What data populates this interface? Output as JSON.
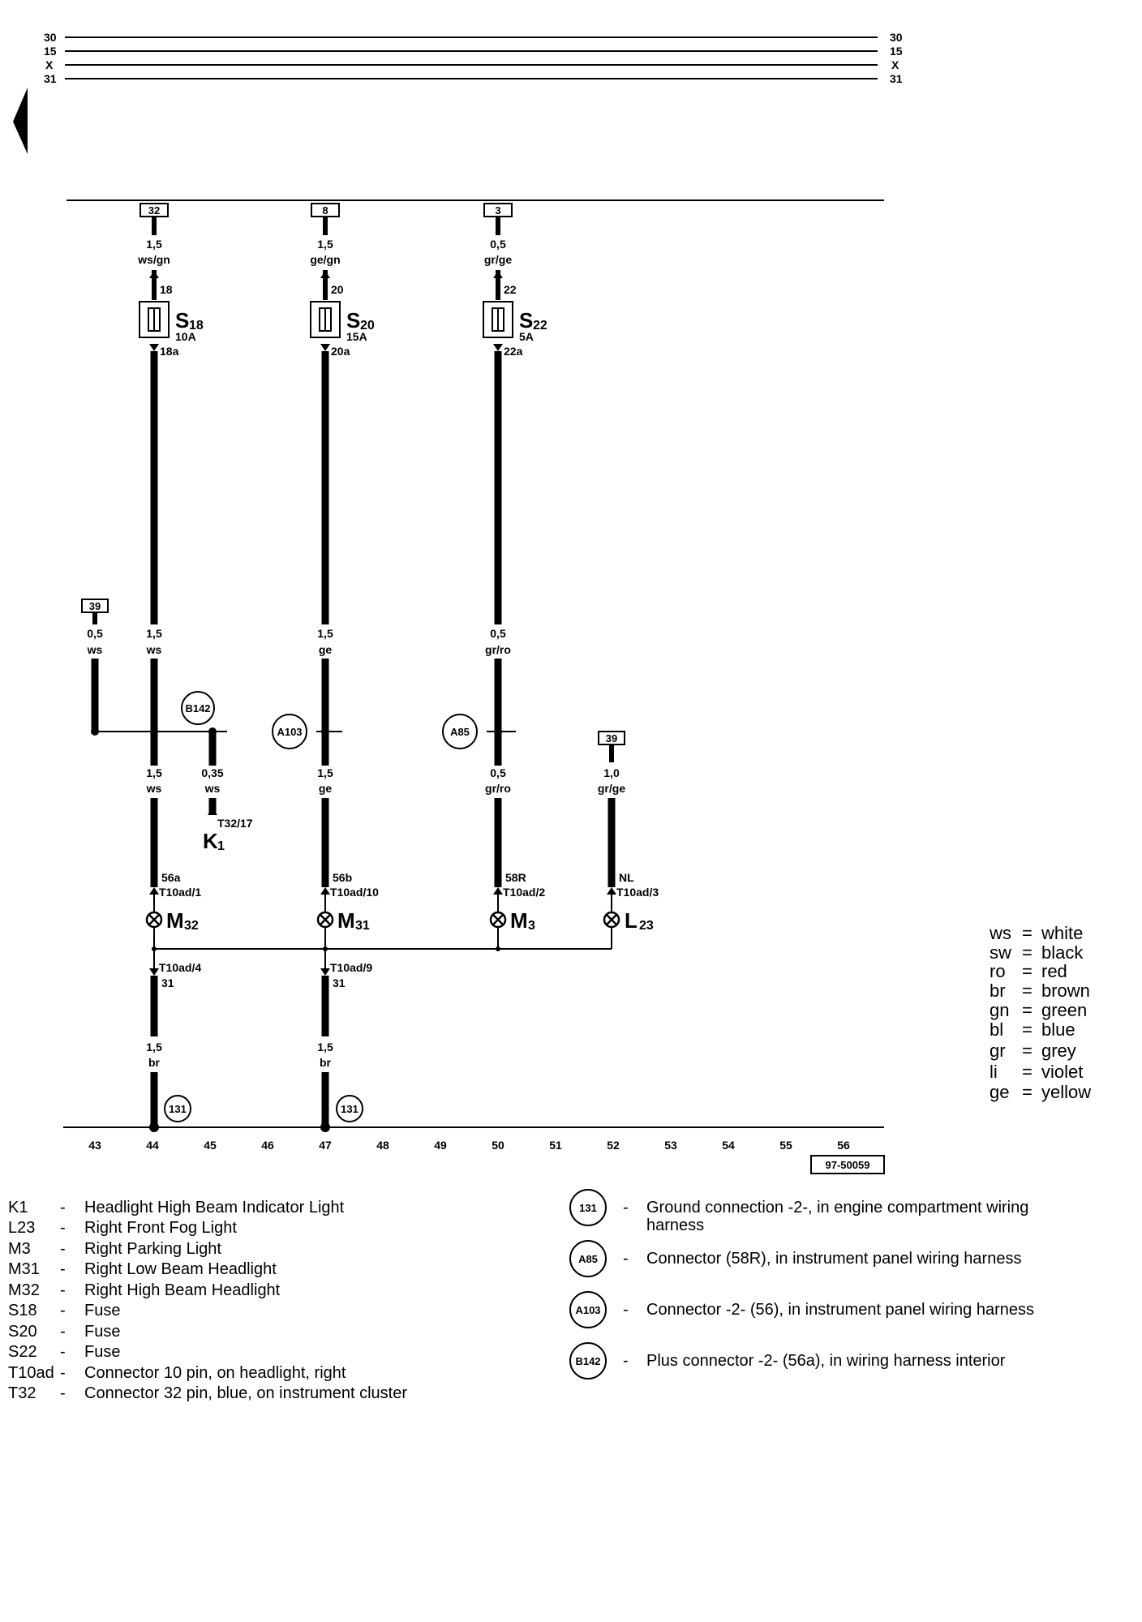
{
  "rails": [
    {
      "left": "30",
      "right": "30"
    },
    {
      "left": "15",
      "right": "15"
    },
    {
      "left": "X",
      "right": "X"
    },
    {
      "left": "31",
      "right": "31"
    }
  ],
  "top_boxes": [
    "32",
    "8",
    "3"
  ],
  "top_wires": [
    {
      "size": "1,5",
      "color": "ws/gn"
    },
    {
      "size": "1,5",
      "color": "ge/gn"
    },
    {
      "size": "0,5",
      "color": "gr/ge"
    }
  ],
  "fuses": [
    {
      "name": "S",
      "sub": "18",
      "rating": "10A",
      "pin_in": "18",
      "pin_out": "18a"
    },
    {
      "name": "S",
      "sub": "20",
      "rating": "15A",
      "pin_in": "20",
      "pin_out": "20a"
    },
    {
      "name": "S",
      "sub": "22",
      "rating": "5A",
      "pin_in": "22",
      "pin_out": "22a"
    }
  ],
  "box39_left": "39",
  "box39_right": "39",
  "mid_wires_upper": [
    {
      "size": "0,5",
      "color": "ws"
    },
    {
      "size": "1,5",
      "color": "ws"
    },
    {
      "size": "1,5",
      "color": "ge"
    },
    {
      "size": "0,5",
      "color": "gr/ro"
    }
  ],
  "connector_circles": [
    "B142",
    "A103",
    "A85"
  ],
  "mid_wires_lower": [
    {
      "size": "1,5",
      "color": "ws"
    },
    {
      "size": "0,35",
      "color": "ws"
    },
    {
      "size": "1,5",
      "color": "ge"
    },
    {
      "size": "0,5",
      "color": "gr/ro"
    },
    {
      "size": "1,0",
      "color": "gr/ge"
    }
  ],
  "k1": {
    "pin": "T32/17",
    "name": "K",
    "sub": "1"
  },
  "lamp_pins": [
    {
      "pin": "56a",
      "conn": "T10ad/1"
    },
    {
      "pin": "56b",
      "conn": "T10ad/10"
    },
    {
      "pin": "58R",
      "conn": "T10ad/2"
    },
    {
      "pin": "NL",
      "conn": "T10ad/3"
    }
  ],
  "lamps": [
    {
      "name": "M",
      "sub": "32"
    },
    {
      "name": "M",
      "sub": "31"
    },
    {
      "name": "M",
      "sub": "3"
    },
    {
      "name": "L",
      "sub": "23"
    }
  ],
  "ground_pins": [
    {
      "conn": "T10ad/4",
      "pin": "31"
    },
    {
      "conn": "T10ad/9",
      "pin": "31"
    }
  ],
  "ground_wires": [
    {
      "size": "1,5",
      "color": "br"
    },
    {
      "size": "1,5",
      "color": "br"
    }
  ],
  "ground_circles": [
    "131",
    "131"
  ],
  "track_numbers": [
    "43",
    "44",
    "45",
    "46",
    "47",
    "48",
    "49",
    "50",
    "51",
    "52",
    "53",
    "54",
    "55",
    "56"
  ],
  "diagram_ref": "97-50059",
  "color_key": [
    {
      "abbr": "ws",
      "name": "white"
    },
    {
      "abbr": "sw",
      "name": "black"
    },
    {
      "abbr": "ro",
      "name": "red"
    },
    {
      "abbr": "br",
      "name": "brown"
    },
    {
      "abbr": "gn",
      "name": "green"
    },
    {
      "abbr": "bl",
      "name": "blue"
    },
    {
      "abbr": "gr",
      "name": "grey"
    },
    {
      "abbr": "li",
      "name": "violet"
    },
    {
      "abbr": "ge",
      "name": "yellow"
    }
  ],
  "legend": [
    {
      "code": "K1",
      "desc": "Headlight High Beam Indicator Light"
    },
    {
      "code": "L23",
      "desc": "Right Front Fog Light"
    },
    {
      "code": "M3",
      "desc": "Right Parking Light"
    },
    {
      "code": "M31",
      "desc": "Right Low Beam Headlight"
    },
    {
      "code": "M32",
      "desc": "Right High Beam Headlight"
    },
    {
      "code": "S18",
      "desc": "Fuse"
    },
    {
      "code": "S20",
      "desc": "Fuse"
    },
    {
      "code": "S22",
      "desc": "Fuse"
    },
    {
      "code": "T10ad",
      "desc": "Connector 10 pin, on headlight, right"
    },
    {
      "code": "T32",
      "desc": "Connector 32 pin, blue, on instrument cluster"
    }
  ],
  "legend_dash": "-",
  "connector_legend": [
    {
      "id": "131",
      "desc_line1": "Ground connection -2-, in engine compartment wiring",
      "desc_line2": "harness"
    },
    {
      "id": "A85",
      "desc_line1": "Connector (58R), in instrument panel wiring harness",
      "desc_line2": ""
    },
    {
      "id": "A103",
      "desc_line1": "Connector -2- (56), in instrument panel wiring harness",
      "desc_line2": ""
    },
    {
      "id": "B142",
      "desc_line1": "Plus connector -2- (56a), in wiring harness interior",
      "desc_line2": ""
    }
  ]
}
